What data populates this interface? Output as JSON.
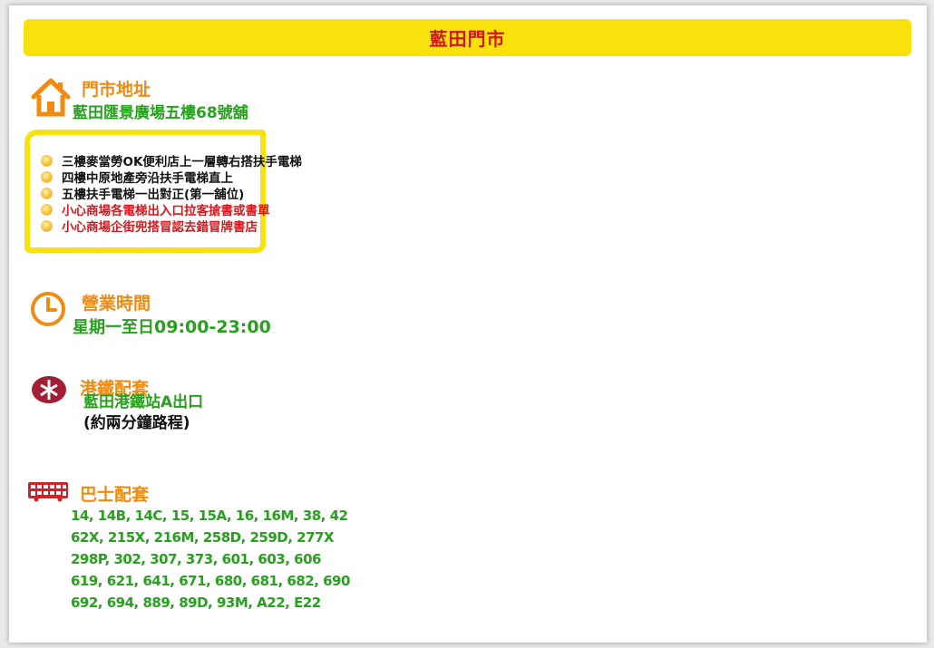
{
  "store": {
    "title": "藍田門市"
  },
  "address": {
    "heading": "門市地址",
    "value": "藍田匯景廣場五樓68號舖",
    "icon": "house-icon"
  },
  "notes": [
    {
      "text": "三樓麥當勞OK便利店上一層轉右搭扶手電梯",
      "color": "#111111"
    },
    {
      "text": "四樓中原地產旁沿扶手電梯直上",
      "color": "#111111"
    },
    {
      "text": "五樓扶手電梯一出對正(第一舖位)",
      "color": "#111111"
    },
    {
      "text": "小心商場各電梯出入口拉客搶書或書單",
      "color": "#e0151b"
    },
    {
      "text": "小心商場企街兜搭冒認去錯冒牌書店",
      "color": "#e0151b"
    }
  ],
  "hours": {
    "heading": "營業時間",
    "days": "星期一至日",
    "time": "09:00-23:00",
    "icon": "clock-icon"
  },
  "mtr": {
    "heading": "港鐵配套",
    "station": "藍田港鐵站A出口",
    "walk": "(約兩分鐘路程)",
    "icon": "mtr-logo-icon"
  },
  "bus": {
    "heading": "巴士配套",
    "icon": "bus-icon",
    "routes": [
      "14, 14B, 14C, 15, 15A, 16, 16M, 38, 42",
      "62X, 215X, 216M, 258D, 259D, 277X",
      "298P, 302, 307, 373, 601, 603, 606",
      "619, 621, 641, 671, 680, 681, 682, 690",
      "692, 694, 889, 89D, 93M, A22, E22"
    ]
  },
  "colors": {
    "title_bg": "#f9e20c",
    "title_text": "#d0181b",
    "heading": "#f28a10",
    "green": "#27a11d",
    "mtr": "#a31d33",
    "bus": "#d61f26"
  }
}
